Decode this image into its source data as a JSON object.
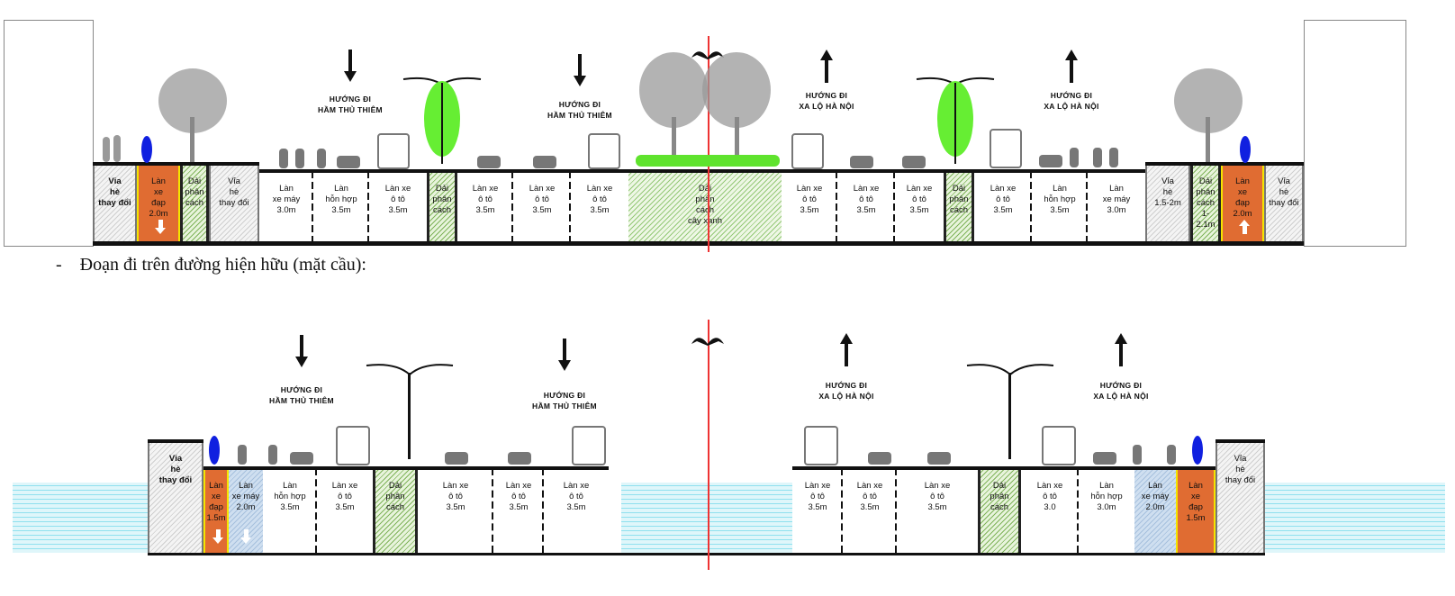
{
  "caption": "-    Đoạn đi trên đường hiện hữu (mặt cầu):",
  "symbols": {
    "centerline_icon": "bird-axis-icon"
  },
  "colors": {
    "bike_lane": "#e06c32",
    "bike_lane_border": "#f5e400",
    "median_green": "#7fb35a",
    "tree_canopy": "#66ee33",
    "centerline": "#e33333",
    "water": "#8fe0ee",
    "moto_lane": "#a6c0dd",
    "cyclist": "#1020e0"
  },
  "section1": {
    "directions": [
      {
        "label": "HƯỚNG ĐI\nHẦM THỦ THIÊM",
        "arrow": "down"
      },
      {
        "label": "HƯỚNG ĐI\nHẦM THỦ THIÊM",
        "arrow": "down"
      },
      {
        "label": "HƯỚNG ĐI\nXA LỘ HÀ NỘI",
        "arrow": "up"
      },
      {
        "label": "HƯỚNG ĐI\nXA LỘ HÀ NỘI",
        "arrow": "up"
      }
    ],
    "lanes": [
      {
        "type": "sidewalk",
        "label": "Vỉa\nhè\nthay đổi"
      },
      {
        "type": "bike",
        "label": "Làn\nxe\nđạp\n2.0m",
        "arrow": "down"
      },
      {
        "type": "median",
        "label": "Dải\nphân\ncách"
      },
      {
        "type": "sidewalk",
        "label": "Vỉa\nhè\nthay đổi"
      },
      {
        "type": "white",
        "label": "Làn\nxe máy\n3.0m"
      },
      {
        "type": "white",
        "label": "Làn\nhỗn hợp\n3.5m"
      },
      {
        "type": "white",
        "label": "Làn xe\nô tô\n3.5m"
      },
      {
        "type": "median",
        "label": "Dải\nphân\ncách"
      },
      {
        "type": "white",
        "label": "Làn xe\nô tô\n3.5m"
      },
      {
        "type": "white",
        "label": "Làn xe\nô tô\n3.5m"
      },
      {
        "type": "white",
        "label": "Làn xe\nô tô\n3.5m"
      },
      {
        "type": "greenbelt",
        "label": "Dải\nphân\ncách\ncây xanh"
      },
      {
        "type": "white",
        "label": "Làn xe\nô tô\n3.5m"
      },
      {
        "type": "white",
        "label": "Làn xe\nô tô\n3.5m"
      },
      {
        "type": "white",
        "label": "Làn xe\nô tô\n3.5m"
      },
      {
        "type": "median",
        "label": "Dải\nphân\ncách"
      },
      {
        "type": "white",
        "label": "Làn xe\nô tô\n3.5m"
      },
      {
        "type": "white",
        "label": "Làn\nhỗn hợp\n3.5m"
      },
      {
        "type": "white",
        "label": "Làn\nxe máy\n3.0m"
      },
      {
        "type": "sidewalk",
        "label": "Vỉa\nhè\n1.5-2m"
      },
      {
        "type": "median",
        "label": "Dải\nphân\ncách\n1-2.1m"
      },
      {
        "type": "bike",
        "label": "Làn\nxe\nđạp\n2.0m",
        "arrow": "up"
      },
      {
        "type": "sidewalk",
        "label": "Vỉa\nhè\nthay đổi"
      }
    ]
  },
  "section2": {
    "directions": [
      {
        "label": "HƯỚNG ĐI\nHẦM THỦ THIÊM",
        "arrow": "down"
      },
      {
        "label": "HƯỚNG ĐI\nHẦM THỦ THIÊM",
        "arrow": "down"
      },
      {
        "label": "HƯỚNG ĐI\nXA LỘ HÀ NỘI",
        "arrow": "up"
      },
      {
        "label": "HƯỚNG ĐI\nXA LỘ HÀ NỘI",
        "arrow": "up"
      }
    ],
    "lanes": [
      {
        "type": "sidewalk",
        "label": "Vỉa\nhè\nthay đổi"
      },
      {
        "type": "bike",
        "label": "Làn\nxe\nđạp\n1.5m",
        "arrow": "down"
      },
      {
        "type": "moto",
        "label": "Làn\nxe máy\n2.0m",
        "arrow": "down"
      },
      {
        "type": "white",
        "label": "Làn\nhỗn hợp\n3.5m"
      },
      {
        "type": "white",
        "label": "Làn xe\nô tô\n3.5m"
      },
      {
        "type": "median",
        "label": "Dải\nphân\ncách"
      },
      {
        "type": "white",
        "label": "Làn xe\nô tô\n3.5m"
      },
      {
        "type": "white",
        "label": "Làn xe\nô tô\n3.5m"
      },
      {
        "type": "white",
        "label": "Làn xe\nô tô\n3.5m"
      },
      {
        "type": "white",
        "label": "Làn xe\nô tô\n3.5m"
      },
      {
        "type": "white",
        "label": "Làn xe\nô tô\n3.5m"
      },
      {
        "type": "white",
        "label": "Làn xe\nô tô\n3.5m"
      },
      {
        "type": "median",
        "label": "Dải\nphân\ncách"
      },
      {
        "type": "white",
        "label": "Làn xe\nô tô\n3.0"
      },
      {
        "type": "white",
        "label": "Làn\nhỗn hợp\n3.0m"
      },
      {
        "type": "moto",
        "label": "Làn\nxe máy\n2.0m"
      },
      {
        "type": "bike",
        "label": "Làn\nxe\nđạp\n1.5m"
      },
      {
        "type": "sidewalk",
        "label": "Vỉa\nhè\nthay đổi"
      }
    ]
  }
}
